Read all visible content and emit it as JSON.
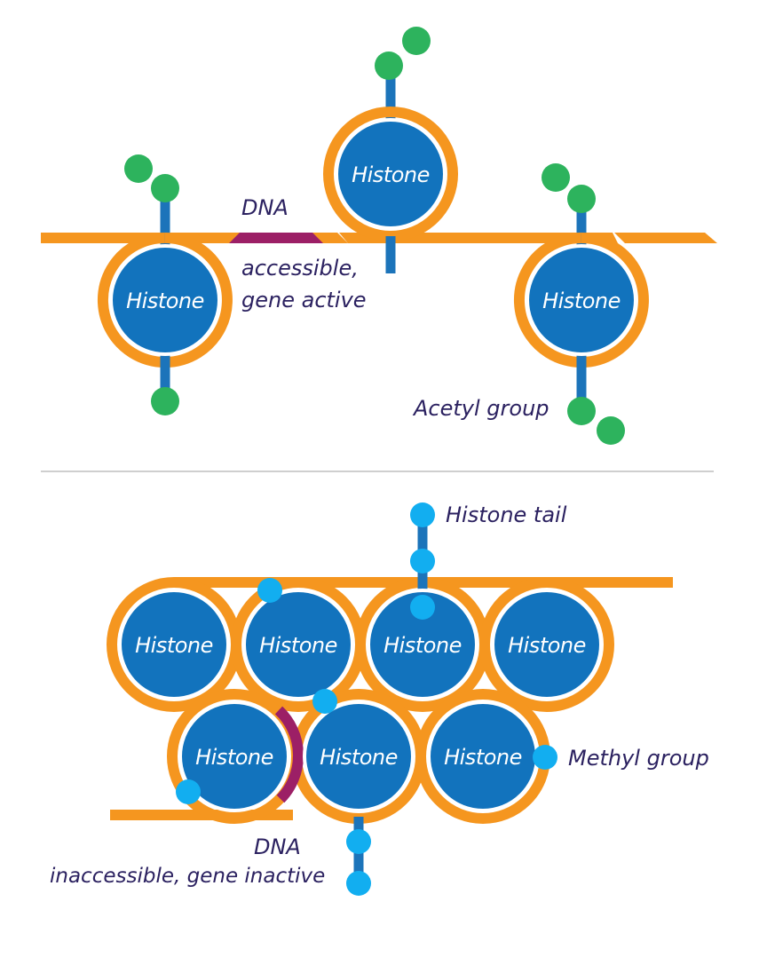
{
  "colors": {
    "dna_strand": "#f5961f",
    "dna_highlight": "#9c1f66",
    "histone": "#1273bd",
    "histone_tail": "#1c74ba",
    "acetyl_group": "#2db35d",
    "methyl_group": "#12aef0",
    "label_text": "#2b2160",
    "divider": "#cfcfcf"
  },
  "histone_label": "Histone",
  "top_panel": {
    "dna_label": "DNA",
    "state_line1": "accessible,",
    "state_line2": "gene active",
    "acetyl_label": "Acetyl  group"
  },
  "bottom_panel": {
    "tail_label": "Histone tail",
    "methyl_label": "Methyl  group",
    "dna_label": "DNA",
    "state_label": "inaccessible, gene inactive"
  }
}
